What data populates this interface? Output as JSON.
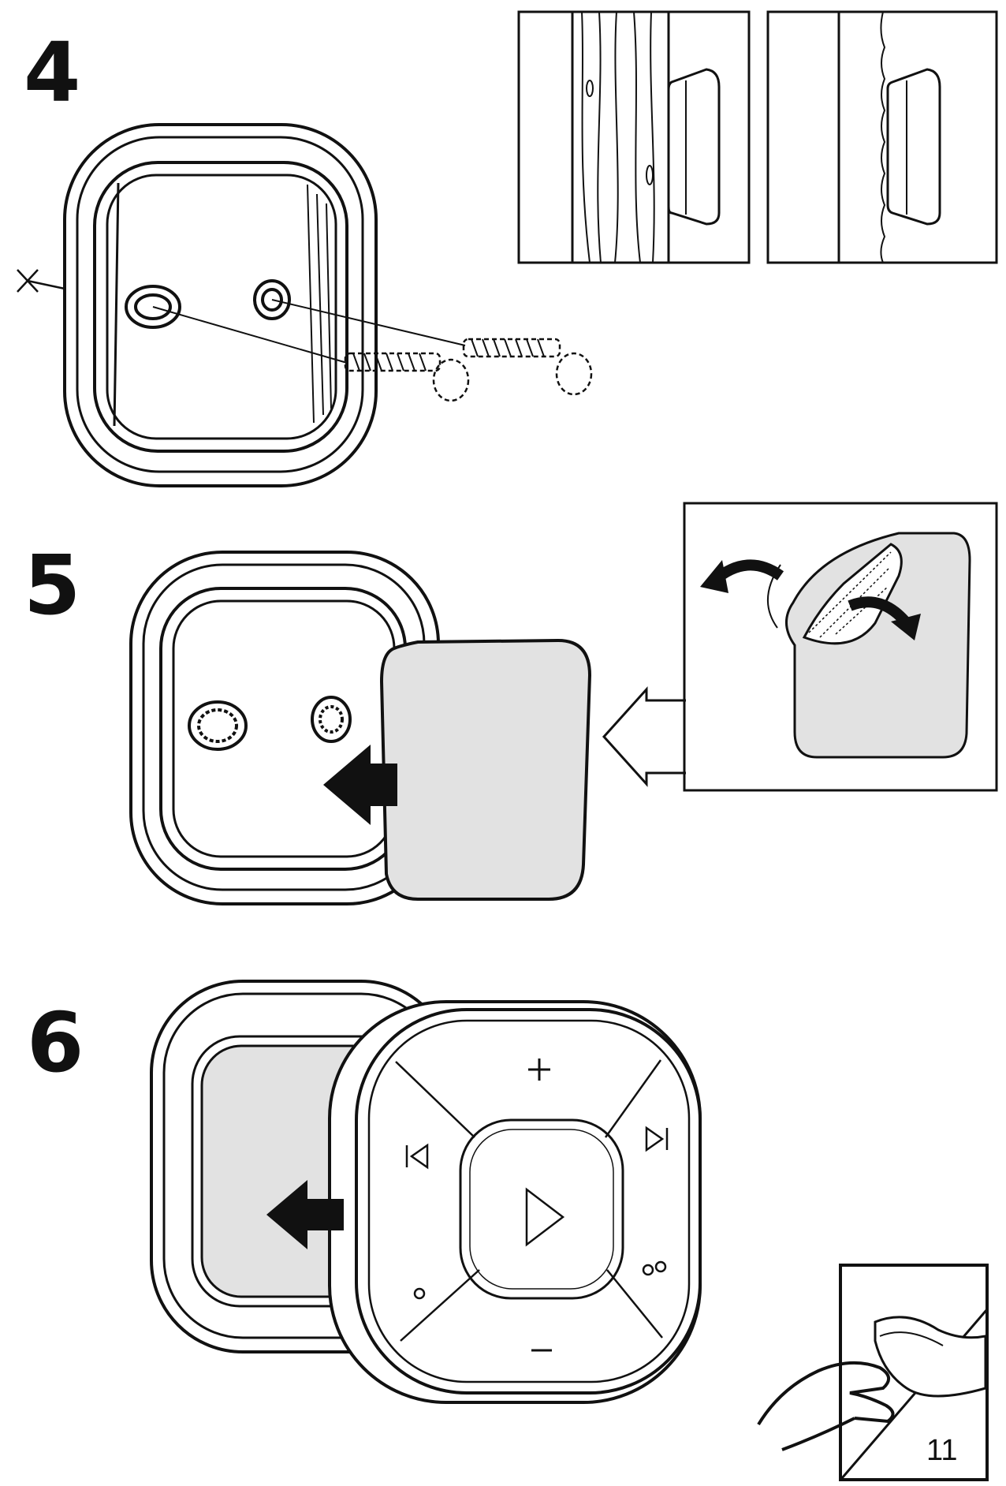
{
  "steps": [
    {
      "number": "4"
    },
    {
      "number": "5"
    },
    {
      "number": "6"
    }
  ],
  "remote_buttons": {
    "volume_up": "+",
    "volume_down": "−",
    "previous": "previous-track-icon",
    "next": "next-track-icon",
    "play": "play-icon",
    "single_dot": "single-dot-icon",
    "double_dot": "double-dot-icon"
  },
  "page_number": "11",
  "colors": {
    "line": "#111111",
    "adhesive_pad": "#e2e2e2"
  }
}
